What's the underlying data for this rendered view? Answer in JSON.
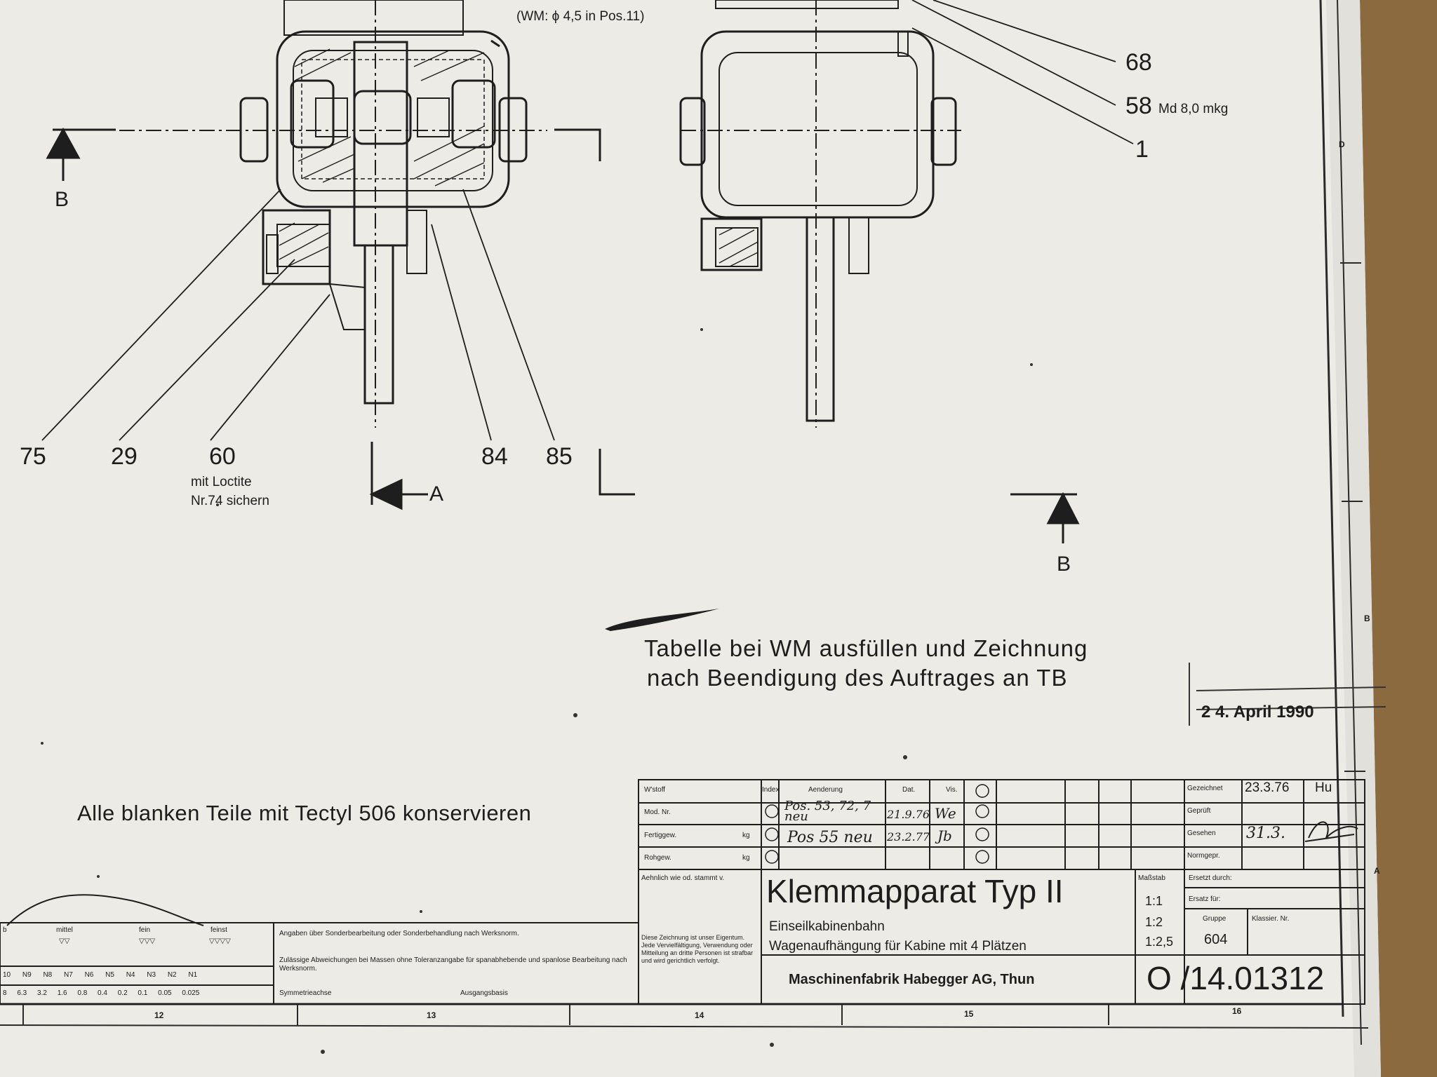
{
  "drawing": {
    "wm_note": "(WM: ϕ 4,5 in Pos.11)",
    "callouts_right": {
      "c68": "68",
      "c58": "58",
      "torque": "Md 8,0 mkg",
      "c1": "1"
    },
    "callouts_bottom": {
      "c75": "75",
      "c29": "29",
      "c60": "60",
      "c84": "84",
      "c85": "85"
    },
    "loctite_note_line1": "mit Loctite",
    "loctite_note_line2": "Nr.74 sichern",
    "section_markers": {
      "b_left": "B",
      "a": "A",
      "b_right": "B"
    },
    "grid_letters": {
      "d": "D",
      "b": "B",
      "a": "A"
    },
    "instruction_line1": "Tabelle bei WM ausfüllen und Zeichnung",
    "instruction_line2": "nach Beendigung des Auftrages an TB",
    "date_stamp": "2 4. April 1990",
    "preservation_note": "Alle blanken Teile mit Tectyl 506 konservieren"
  },
  "title_block": {
    "headers": {
      "wstoff": "W'stoff",
      "index": "Index",
      "aenderung": "Aenderung",
      "dat": "Dat.",
      "vis": "Vis."
    },
    "row_labels": {
      "mod_nr": "Mod. Nr.",
      "fertiggew": "Fertiggew.",
      "rohgew": "Rohgew.",
      "kg": "kg",
      "kg2": "kg",
      "aehnlich": "Aehnlich wie od. stammt v."
    },
    "changes": [
      {
        "text": "Pos. 53, 72, 7 neu",
        "date": "21.9.76",
        "vis": "We"
      },
      {
        "text": "Pos 55 neu",
        "date": "23.2.77",
        "vis": "Jb"
      }
    ],
    "signatures": {
      "gezeichnet_label": "Gezeichnet",
      "gezeichnet_date": "23.3.76",
      "gezeichnet_initials": "Hu",
      "geprueft_label": "Geprüft",
      "gesehen_label": "Gesehen",
      "gesehen_date": "31.3.",
      "normgepr_label": "Normgepr."
    },
    "title": "Klemmapparat Typ II",
    "subtitle1": "Einseilkabinenbahn",
    "subtitle2": "Wagenaufhängung für Kabine mit 4 Plätzen",
    "company": "Maschinenfabrik Habegger AG, Thun",
    "massstab_label": "Maßstab",
    "scales": [
      "1:1",
      "1:2",
      "1:2,5"
    ],
    "ersetzt_durch_label": "Ersetzt durch:",
    "ersatz_fuer_label": "Ersatz für:",
    "gruppe_label": "Gruppe",
    "gruppe_value": "604",
    "klassier_label": "Klassier. Nr.",
    "drawing_number": "O /14.01312",
    "property_note": "Diese Zeichnung ist unser Eigentum. Jede Vervielfältigung, Verwendung oder Mitteilung an dritte Personen ist strafbar und wird gerichtlich verfolgt."
  },
  "surface_table": {
    "headers": {
      "corner": "b",
      "mittel": "mittel",
      "fein": "fein",
      "feinst": "feinst"
    },
    "symbols": {
      "mittel": "▽▽",
      "fein": "▽▽▽",
      "feinst": "▽▽▽▽"
    },
    "n_classes": "10 N9 N8 N7 N6 N5 N4 N3 N2 N1",
    "ra_values": "8 6.3 3.2 1.6 0.8 0.4 0.2 0.1 0.05 0.025",
    "notes": {
      "line1": "Angaben über Sonderbearbeitung oder Sonderbehandlung nach Werksnorm.",
      "line2": "Zulässige Abweichungen bei Massen ohne Toleranzangabe für spanabhebende und spanlose Bearbeitung nach Werksnorm.",
      "symmetry": "Symmetrieachse",
      "base": "Ausgangsbasis"
    }
  },
  "grid_numbers": [
    "12",
    "13",
    "14",
    "15",
    "16"
  ]
}
